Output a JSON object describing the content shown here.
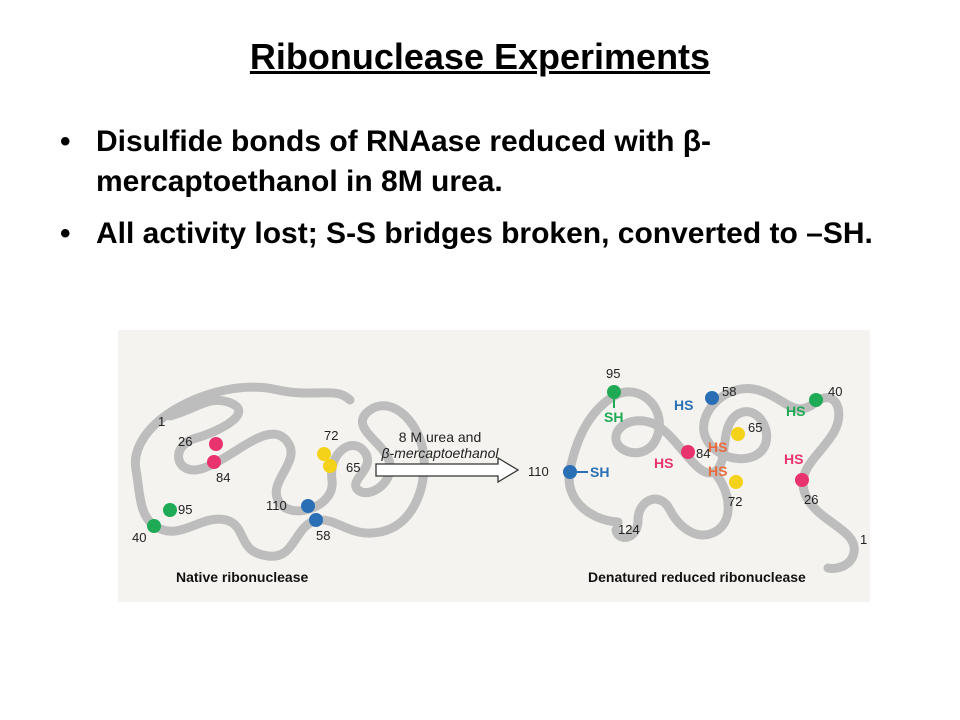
{
  "slide": {
    "title": "Ribonuclease Experiments",
    "bullets": [
      "Disulfide bonds of RNAase reduced with β-mercaptoethanol in 8M urea.",
      "All activity lost; S-S bridges broken, converted to –SH."
    ]
  },
  "figure": {
    "native_caption": "Native ribonuclease",
    "denatured_caption": "Denatured reduced ribonuclease",
    "arrow_line1": "8 M urea and",
    "arrow_line2": "β-mercaptoethanol",
    "native_residues": {
      "r1": "1",
      "r26": "26",
      "r84": "84",
      "r72": "72",
      "r65": "65",
      "r110": "110",
      "r95": "95",
      "r58": "58",
      "r40": "40"
    },
    "denatured_residues": {
      "r95": "95",
      "r58": "58",
      "r40": "40",
      "r65": "65",
      "r110": "110",
      "r84": "84",
      "r72": "72",
      "r26": "26",
      "r124": "124",
      "r1": "1"
    },
    "sh_label": "SH",
    "hs_label": "HS",
    "colors": {
      "pink": "#e8336e",
      "yellow": "#f5d21a",
      "green": "#1faa55",
      "blue": "#2a6fb5",
      "hs_orange": "#e96b3d",
      "hs_pink": "#e8336e",
      "hs_blue": "#2a6fb5",
      "sh_green": "#1faa55"
    }
  }
}
